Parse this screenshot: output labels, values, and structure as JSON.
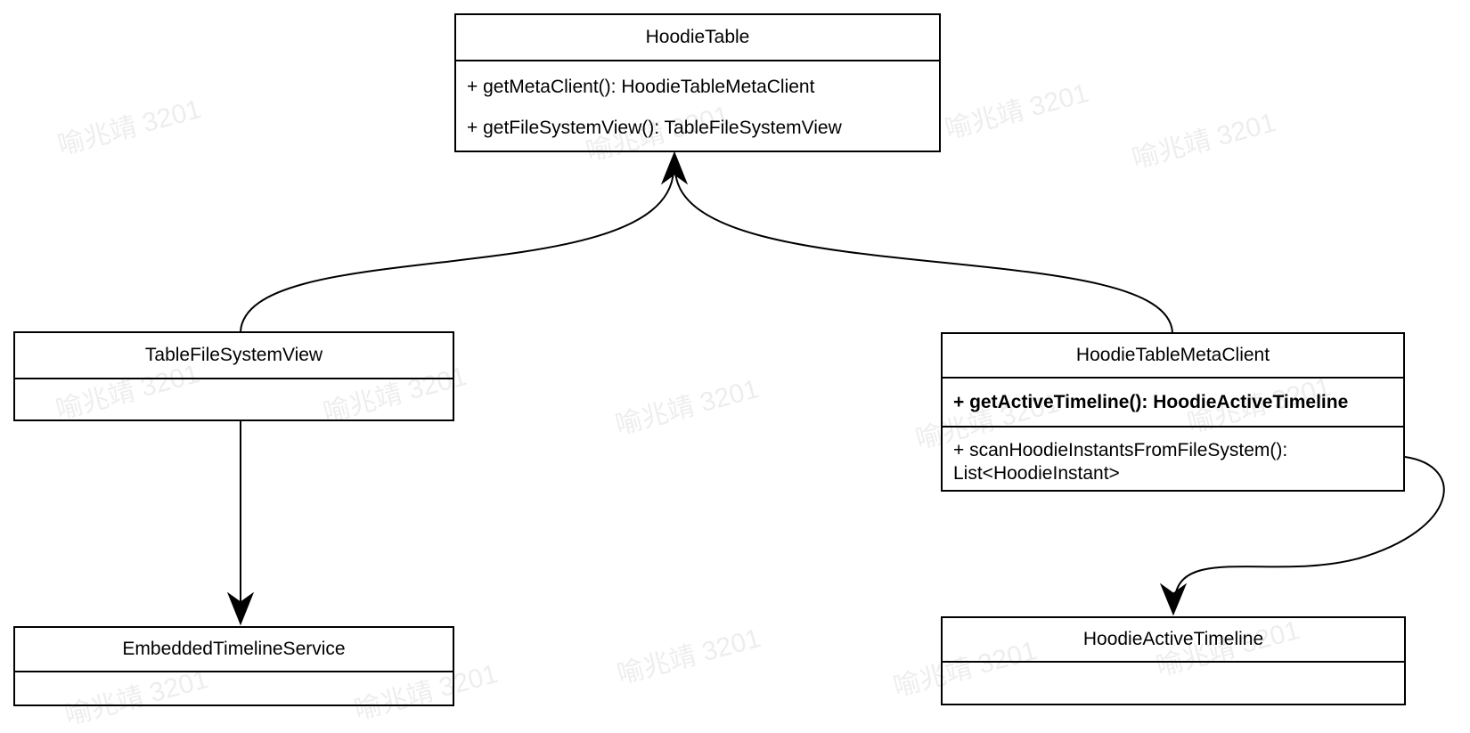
{
  "watermark": {
    "text": "喻兆靖 3201"
  },
  "colors": {
    "background": "#ffffff",
    "border": "#000000",
    "text": "#000000",
    "watermark": "rgba(0,0,0,0.07)"
  },
  "classes": {
    "hoodie_table": {
      "title": "HoodieTable",
      "methods": [
        "+ getMetaClient(): HoodieTableMetaClient",
        "+ getFileSystemView(): TableFileSystemView"
      ]
    },
    "table_file_system_view": {
      "title": "TableFileSystemView",
      "methods": []
    },
    "hoodie_table_meta_client": {
      "title": "HoodieTableMetaClient",
      "methods": [
        "+ getActiveTimeline(): HoodieActiveTimeline",
        "+ scanHoodieInstantsFromFileSystem(): List<HoodieInstant>"
      ]
    },
    "embedded_timeline_service": {
      "title": "EmbeddedTimelineService",
      "methods": []
    },
    "hoodie_active_timeline": {
      "title": "HoodieActiveTimeline",
      "methods": []
    }
  },
  "relations": [
    {
      "from": "TableFileSystemView",
      "to": "HoodieTable"
    },
    {
      "from": "HoodieTableMetaClient",
      "to": "HoodieTable"
    },
    {
      "from": "TableFileSystemView",
      "to": "EmbeddedTimelineService"
    },
    {
      "from": "HoodieTableMetaClient",
      "to": "HoodieActiveTimeline"
    }
  ]
}
